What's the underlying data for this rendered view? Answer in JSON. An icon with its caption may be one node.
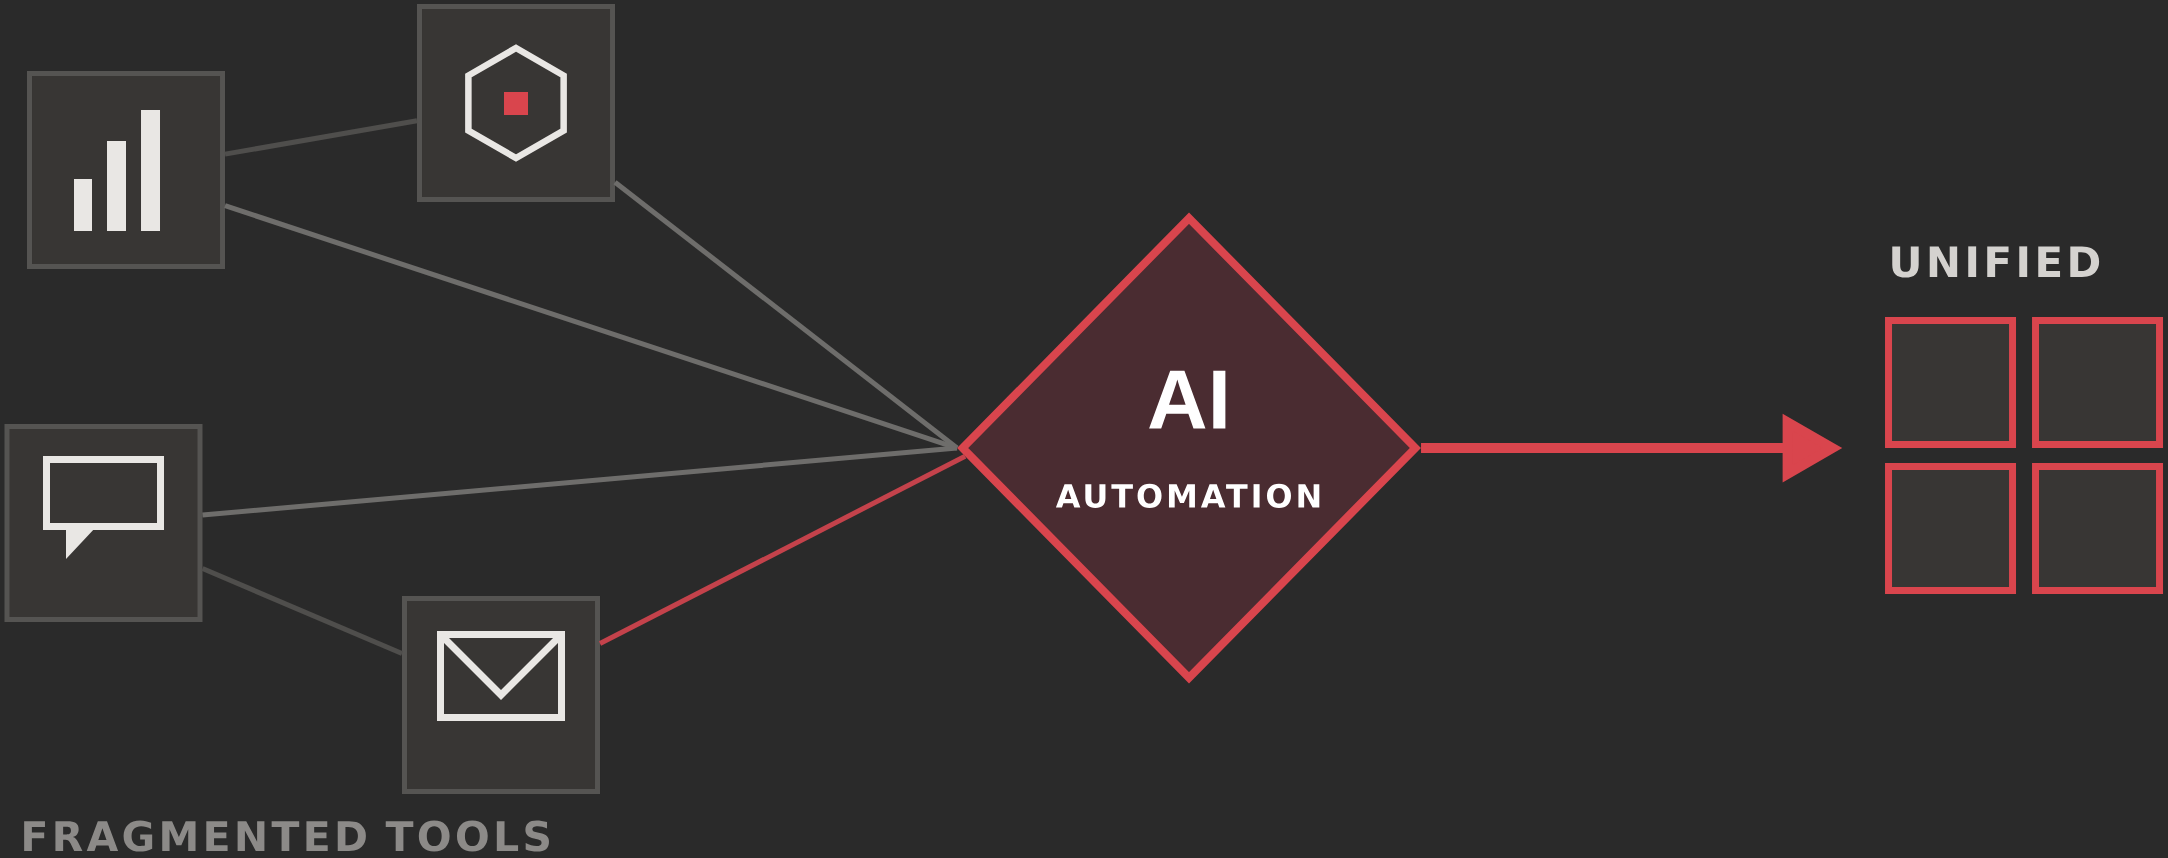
{
  "diagram": {
    "nodes": [
      {
        "text": [],
        "shape": "box"
      },
      {
        "text": [],
        "shape": "box"
      },
      {
        "text": [],
        "shape": "box"
      },
      {
        "text": [],
        "shape": "box"
      },
      {
        "text": [
          "AI",
          "AUTOMATION"
        ]
      },
      {
        "text": [
          "UNIFIED"
        ]
      },
      {
        "text": [],
        "shape": "box",
        "in": 5
      },
      {
        "text": [],
        "shape": "box",
        "in": 5
      },
      {
        "text": [],
        "shape": "box",
        "in": 5
      },
      {
        "text": [],
        "shape": "box",
        "in": 5
      }
    ],
    "edges": [
      {
        "from": 0,
        "to": 1,
        "arrow": "none",
        "color": "#4f4e4c"
      },
      {
        "from": 0,
        "to": 4,
        "arrow": "none"
      },
      {
        "from": 1,
        "to": 4,
        "arrow": "none"
      },
      {
        "from": 2,
        "to": 4,
        "arrow": "none"
      },
      {
        "from": 2,
        "to": 3,
        "arrow": "none",
        "color": "#4f4e4c"
      },
      {
        "from": 3,
        "to": 4,
        "arrow": "none",
        "color": "#c4424b"
      },
      {
        "from": 4,
        "to": 5,
        "arrow": "to",
        "style": "thick",
        "color": "#d9454d"
      }
    ],
    "labels": [
      "FRAGMENTED TOOLS"
    ]
  }
}
